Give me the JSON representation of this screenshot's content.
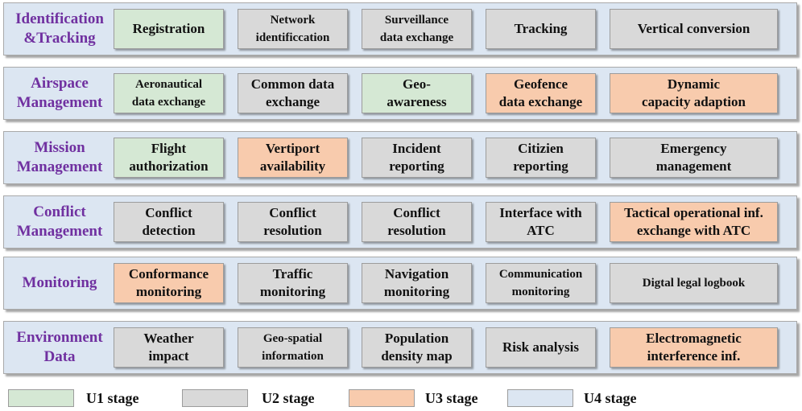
{
  "colors": {
    "u1": "#d5e8d4",
    "u2": "#d9d9d9",
    "u3": "#f8cbad",
    "u4": "#dce6f2"
  },
  "rows": [
    {
      "label": "Identification\n&Tracking",
      "items": [
        {
          "text": "Registration",
          "stage": "u1"
        },
        {
          "text": "Network\nidentificcation",
          "stage": "u2"
        },
        {
          "text": "Surveillance\ndata exchange",
          "stage": "u2"
        },
        {
          "text": "Tracking",
          "stage": "u2"
        },
        {
          "text": "Vertical conversion",
          "stage": "u2"
        }
      ]
    },
    {
      "label": "Airspace\nManagement",
      "items": [
        {
          "text": "Aeronautical\ndata exchange",
          "stage": "u1"
        },
        {
          "text": "Common data\nexchange",
          "stage": "u2"
        },
        {
          "text": "Geo-\nawareness",
          "stage": "u1"
        },
        {
          "text": "Geofence\ndata exchange",
          "stage": "u3"
        },
        {
          "text": "Dynamic\ncapacity adaption",
          "stage": "u3"
        }
      ]
    },
    {
      "label": "Mission\nManagement",
      "items": [
        {
          "text": "Flight\nauthorization",
          "stage": "u1"
        },
        {
          "text": "Vertiport\navailability",
          "stage": "u3"
        },
        {
          "text": "Incident\nreporting",
          "stage": "u2"
        },
        {
          "text": "Citizien\nreporting",
          "stage": "u2"
        },
        {
          "text": "Emergency\nmanagement",
          "stage": "u2"
        }
      ]
    },
    {
      "label": "Conflict\nManagement",
      "items": [
        {
          "text": "Conflict\ndetection",
          "stage": "u2"
        },
        {
          "text": "Conflict\nresolution",
          "stage": "u2"
        },
        {
          "text": "Conflict\nresolution",
          "stage": "u2"
        },
        {
          "text": "Interface with\nATC",
          "stage": "u2"
        },
        {
          "text": "Tactical operational inf.\nexchange with ATC",
          "stage": "u3"
        }
      ]
    },
    {
      "label": "Monitoring",
      "items": [
        {
          "text": "Conformance\nmonitoring",
          "stage": "u3"
        },
        {
          "text": "Traffic\nmonitoring",
          "stage": "u2"
        },
        {
          "text": "Navigation\nmonitoring",
          "stage": "u2"
        },
        {
          "text": "Communication\nmonitoring",
          "stage": "u2"
        },
        {
          "text": "Digtal legal logbook",
          "stage": "u2"
        }
      ]
    },
    {
      "label": "Environment\nData",
      "items": [
        {
          "text": "Weather\nimpact",
          "stage": "u2"
        },
        {
          "text": "Geo-spatial\ninformation",
          "stage": "u2"
        },
        {
          "text": "Population\ndensity map",
          "stage": "u2"
        },
        {
          "text": "Risk analysis",
          "stage": "u2"
        },
        {
          "text": "Electromagnetic\ninterference inf.",
          "stage": "u3"
        }
      ]
    }
  ],
  "legend": [
    {
      "label": "U1 stage",
      "stage": "u1"
    },
    {
      "label": "U2 stage",
      "stage": "u2"
    },
    {
      "label": "U3 stage",
      "stage": "u3"
    },
    {
      "label": "U4 stage",
      "stage": "u4"
    }
  ]
}
